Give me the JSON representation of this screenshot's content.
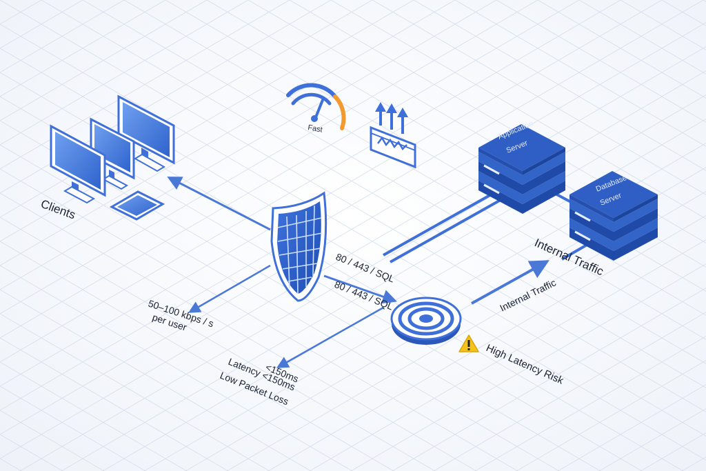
{
  "clients": {
    "label": "Clients"
  },
  "gauge": {
    "label": "Fast"
  },
  "servers": {
    "application": {
      "line1": "Application",
      "line2": "Server"
    },
    "database": {
      "line1": "Database",
      "line2": "Server"
    }
  },
  "links": {
    "port_label_1": "80 / 443 / SQL",
    "port_label_2": "80 / 443 / SQL",
    "internal_traffic_large": "Internal Traffic",
    "internal_traffic_small": "Internal Traffic"
  },
  "bandwidth": {
    "line1": "50–100 kbps / s",
    "line2": "per user"
  },
  "latency": {
    "line1": "<150ms",
    "line2": "Latency <150ms",
    "line3": "Low Packet Loss"
  },
  "warning": {
    "label": "High Latency Risk"
  },
  "colors": {
    "accent": "#3f6fd8",
    "server_dark": "#2b57b8",
    "arrow": "#4a78d6",
    "warning": "#f4c21b",
    "gauge_orange": "#f29a2e"
  }
}
